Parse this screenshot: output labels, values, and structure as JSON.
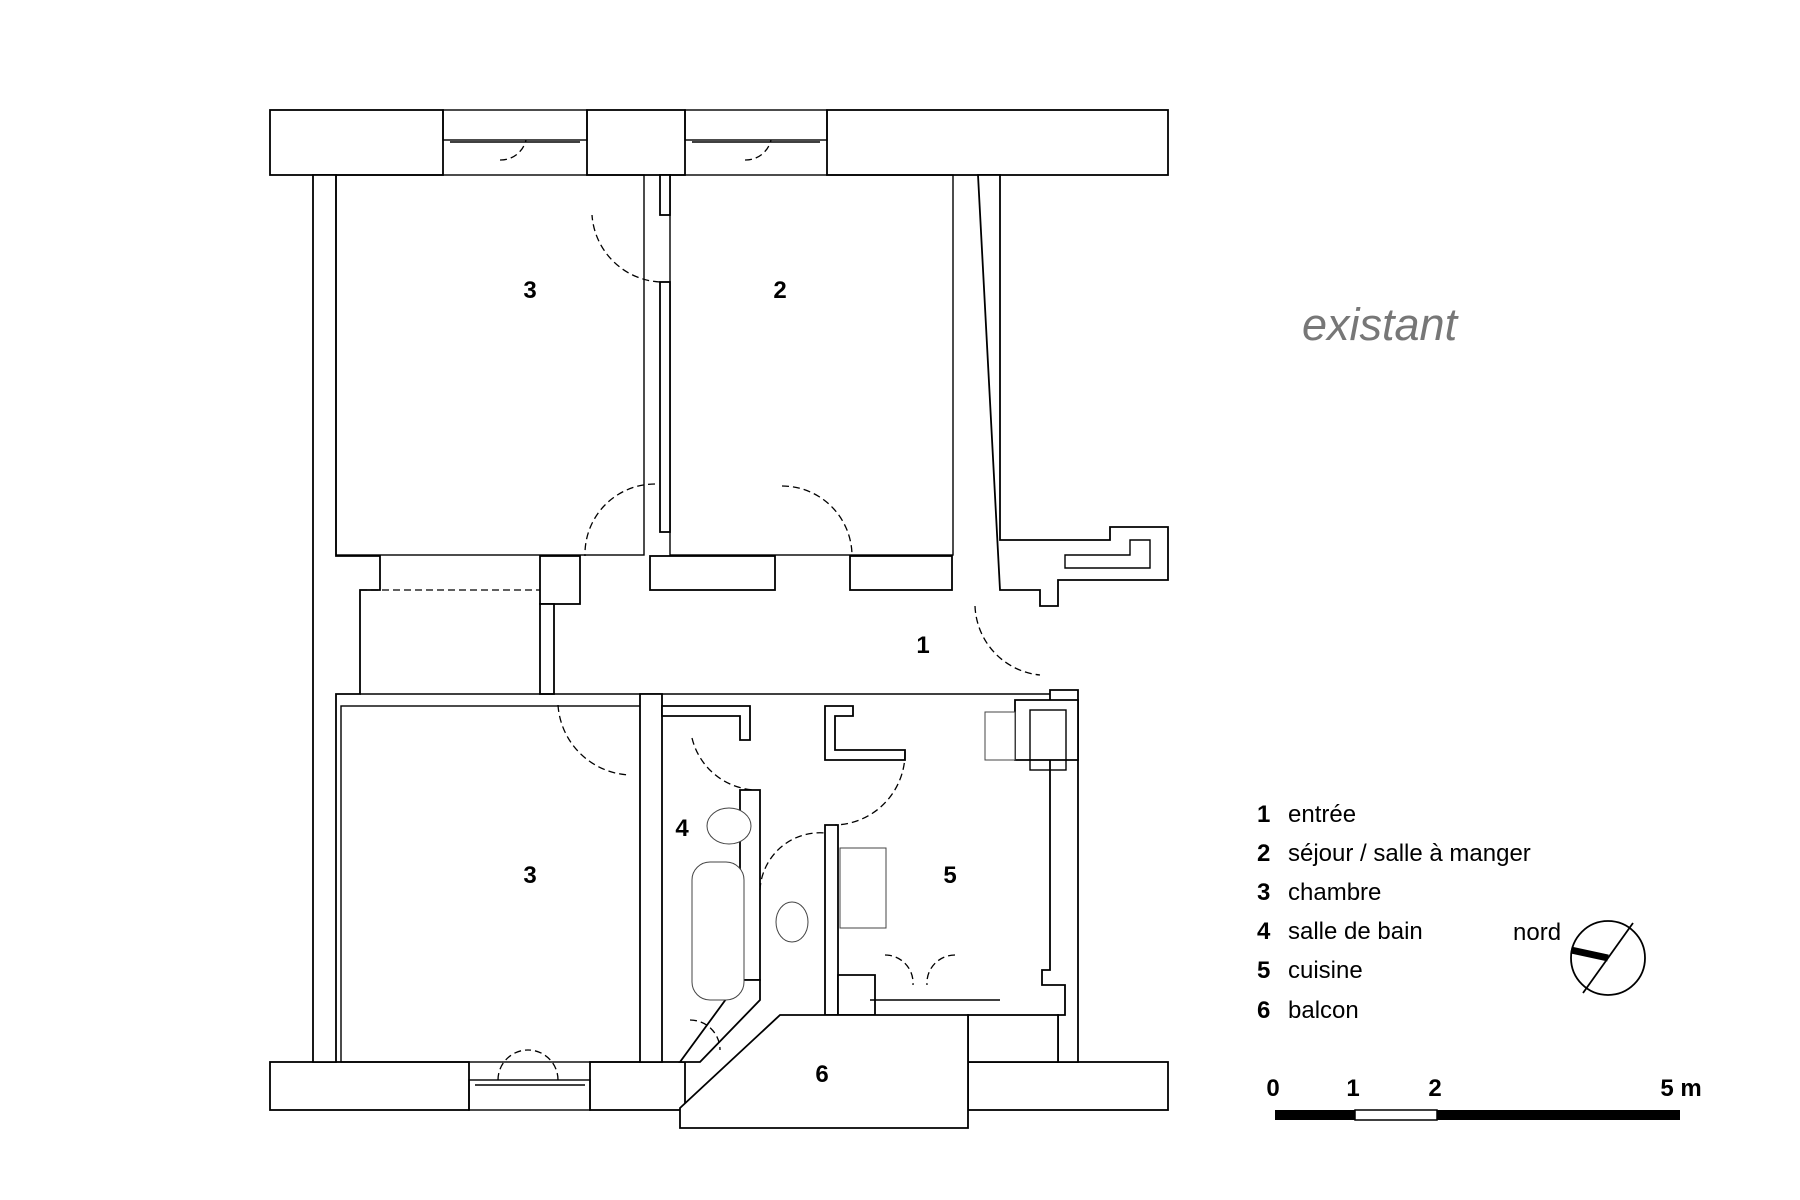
{
  "title": "existant",
  "rooms": [
    {
      "num": "1"
    },
    {
      "num": "2"
    },
    {
      "num": "3"
    },
    {
      "num": "3"
    },
    {
      "num": "4"
    },
    {
      "num": "5"
    },
    {
      "num": "6"
    }
  ],
  "legend": [
    {
      "num": "1",
      "label": "entrée"
    },
    {
      "num": "2",
      "label": "séjour / salle à manger"
    },
    {
      "num": "3",
      "label": "chambre"
    },
    {
      "num": "4",
      "label": "salle de bain"
    },
    {
      "num": "5",
      "label": "cuisine"
    },
    {
      "num": "6",
      "label": "balcon"
    }
  ],
  "north": {
    "label": "nord"
  },
  "scale": {
    "ticks": [
      "0",
      "1",
      "2",
      "5 m"
    ]
  }
}
